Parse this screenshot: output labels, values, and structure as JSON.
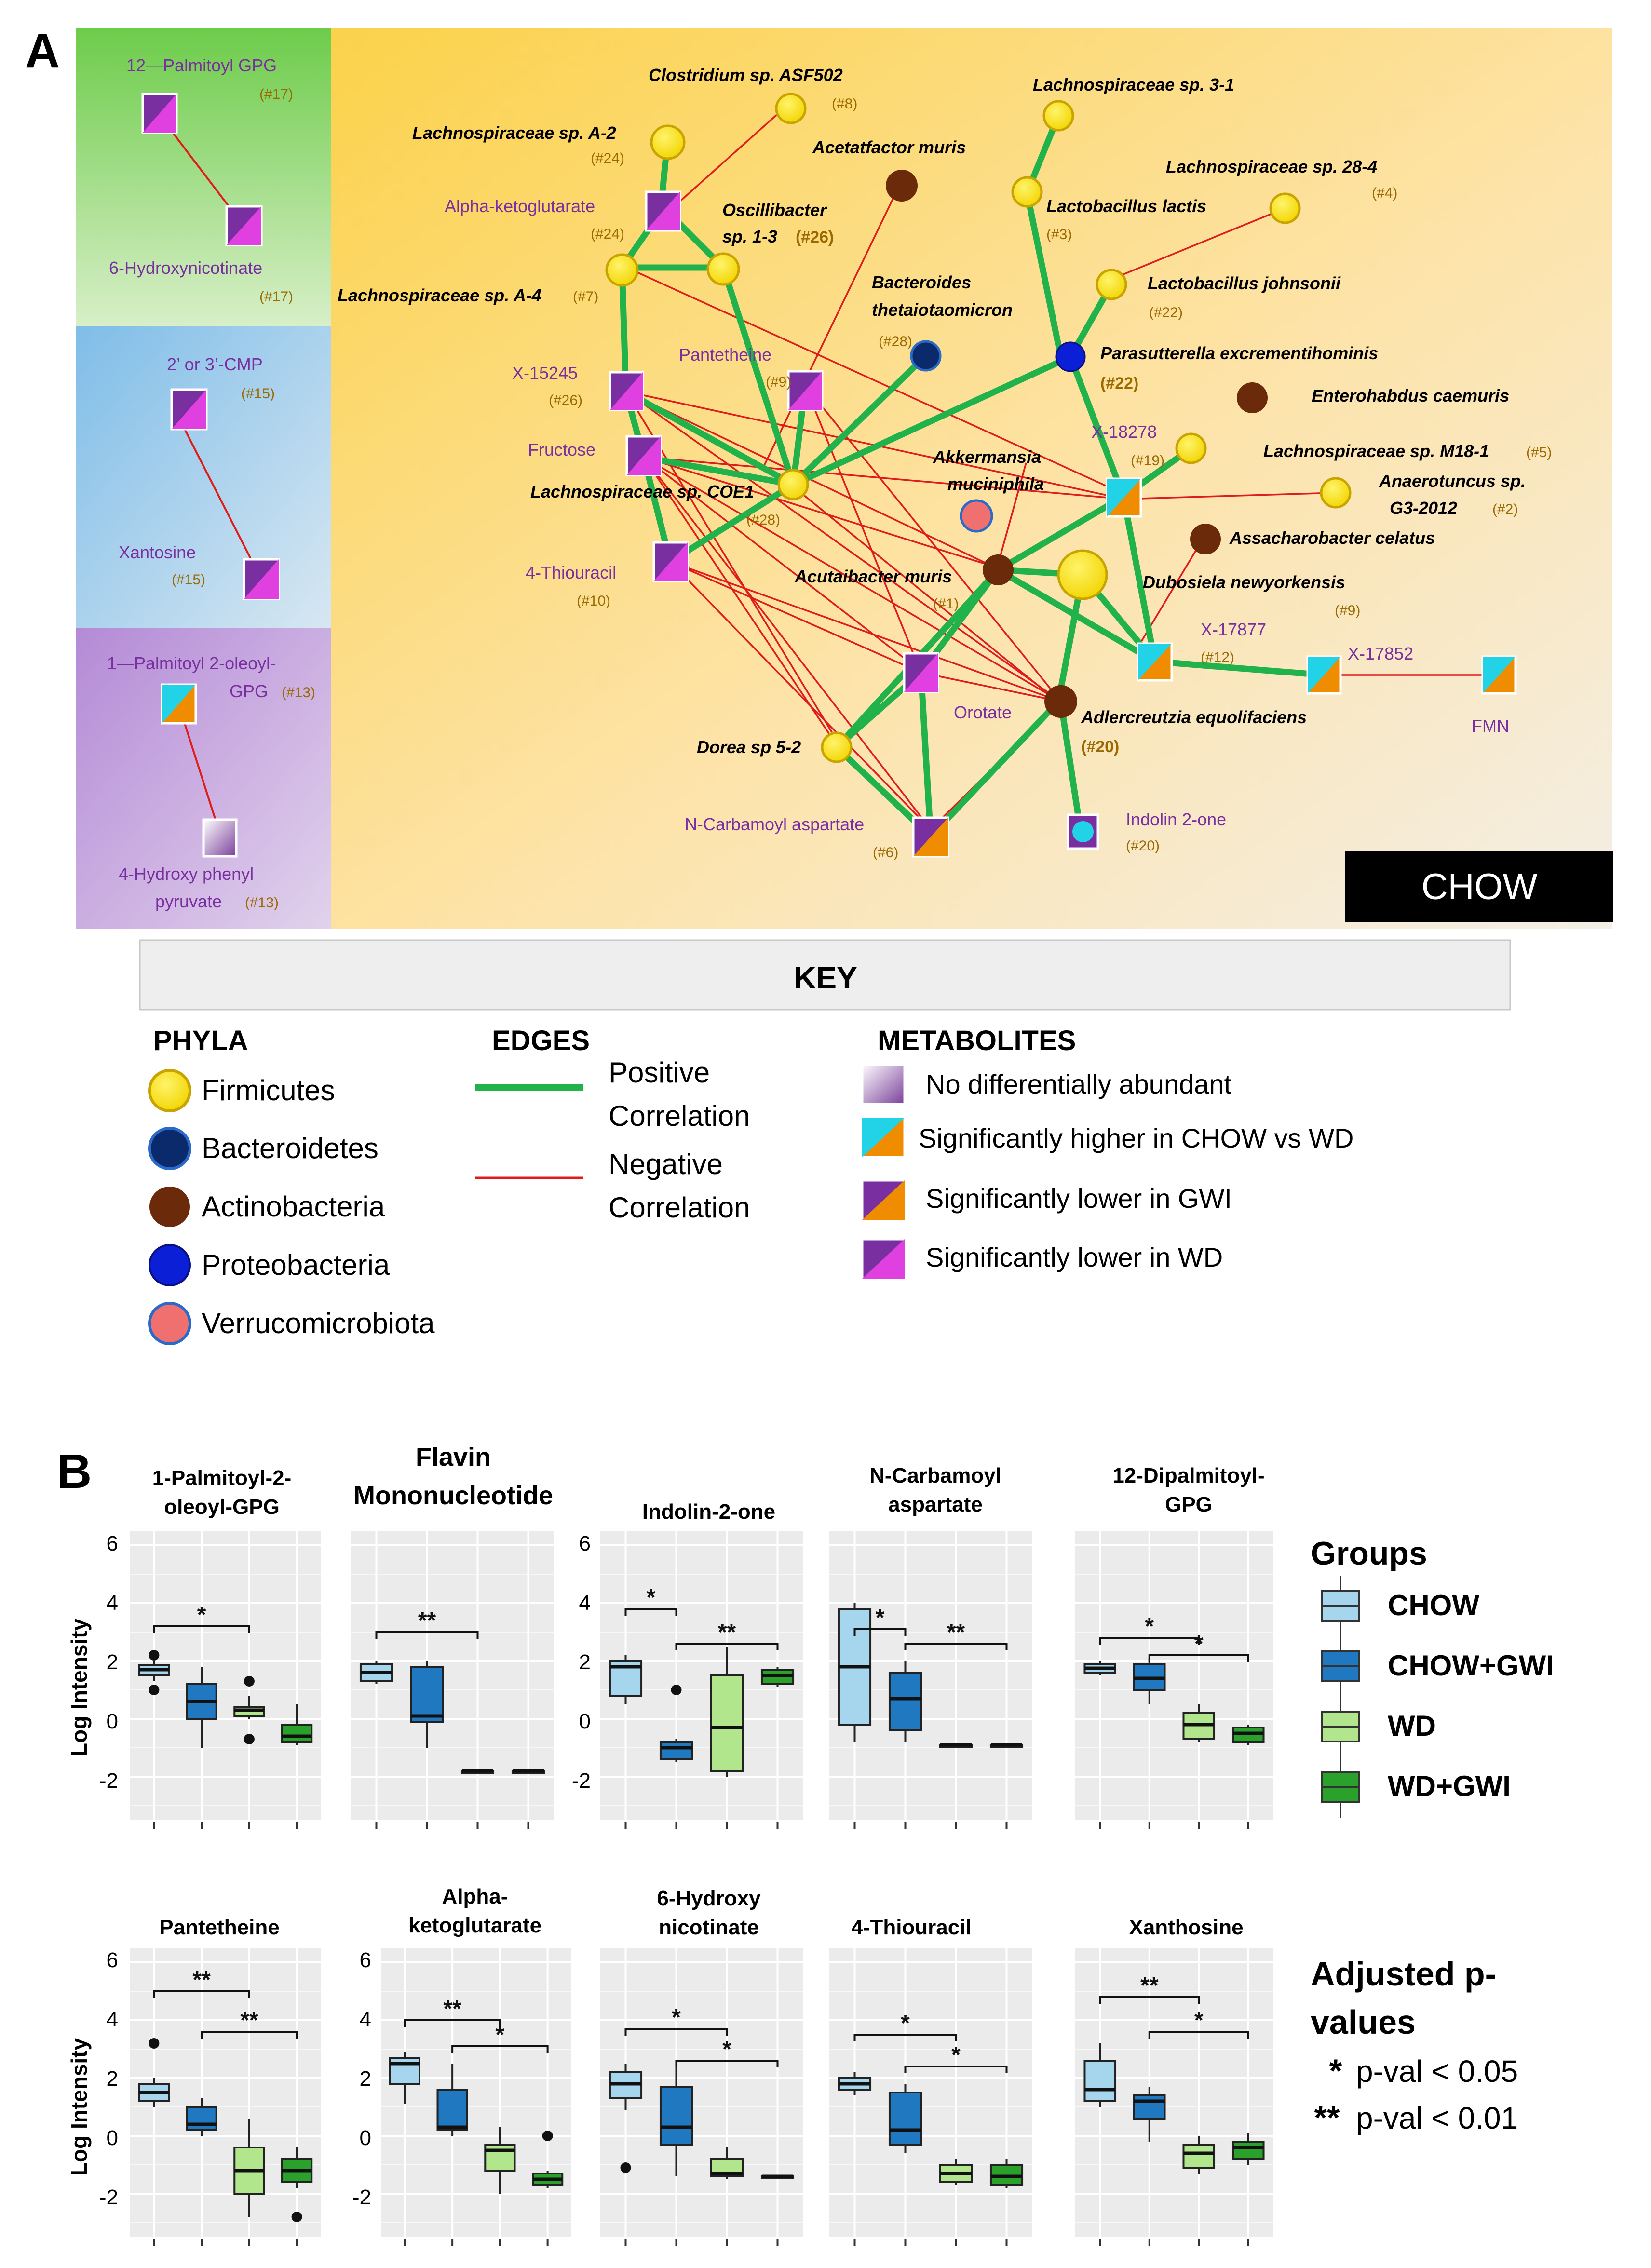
{
  "colors": {
    "firmicutes": "#ffeb00",
    "bacteroidetes": "#0b2a6b",
    "actinobacteria": "#6b2a0a",
    "proteobacteria": "#0a1fd6",
    "verrucomicrobiota": "#f07070",
    "positive_edge": "#22b24c",
    "negative_edge": "#e01b1b",
    "metabolite_purple": "#7a2fa0",
    "label_gold": "#9a6a00",
    "cyan": "#22d3e8",
    "magenta": "#e040e0",
    "orange": "#f08c00",
    "box_chow": "#a6d6ee",
    "box_chow_gwi": "#1f78c0",
    "box_wd": "#b2e68c",
    "box_wd_gwi": "#2aa12a"
  },
  "panel_a": {
    "letter": "A",
    "chow_badge": "CHOW",
    "side_panels": [
      {
        "top": "12—Palmitoyl GPG",
        "top_id": "(#17)",
        "bottom": "6-Hydroxynicotinate",
        "bottom_id": "(#17)"
      },
      {
        "top": "2’ or 3’-CMP",
        "top_id": "(#15)",
        "bottom": "Xantosine",
        "bottom_id": "(#15)"
      },
      {
        "top1": "1—Palmitoyl 2-oleoyl-",
        "top2": "GPG",
        "top_id": "(#13)",
        "bottom1": "4-Hydroxy phenyl",
        "bottom2": "pyruvate",
        "bottom_id": "(#13)"
      }
    ],
    "nodes": {
      "clostridium": {
        "name": "Clostridium sp. ASF502",
        "id": "(#8)"
      },
      "lach_a2": {
        "name": "Lachnospiraceae sp. A-2",
        "id": "(#24)"
      },
      "akg": {
        "name": "Alpha-ketoglutarate",
        "id": "(#24)"
      },
      "acetatifactor": {
        "name": "Acetatfactor muris"
      },
      "oscillibacter1": {
        "name": "Oscillibacter"
      },
      "oscillibacter2": {
        "name": "sp. 1-3",
        "id": "(#26)"
      },
      "lach_31": {
        "name": "Lachnospiraceae sp. 3-1"
      },
      "lact_lactis": {
        "name": "Lactobacillus lactis",
        "id": "(#3)"
      },
      "lach_284": {
        "name": "Lachnospiraceae sp. 28-4",
        "id": "(#4)"
      },
      "lach_a4": {
        "name": "Lachnospiraceae sp. A-4",
        "id": "(#7)"
      },
      "bacteroides1": {
        "name": "Bacteroides"
      },
      "bacteroides2": {
        "name": "thetaiotaomicron",
        "id": "(#28)"
      },
      "lact_johnsonii": {
        "name": "Lactobacillus johnsonii",
        "id": "(#22)"
      },
      "x15245": {
        "name": "X-15245",
        "id": "(#26)"
      },
      "pantetheine": {
        "name": "Pantetheine",
        "id": "(#9)"
      },
      "parasutterella": {
        "name": "Parasutterella excrementihominis",
        "id": "(#22)"
      },
      "enterohabdus": {
        "name": "Enterohabdus caemuris"
      },
      "x18278": {
        "name": "X-18278",
        "id": "(#19)"
      },
      "lach_m18": {
        "name": "Lachnospiraceae sp. M18-1",
        "id": "(#5)"
      },
      "fructose": {
        "name": "Fructose"
      },
      "lach_coe1": {
        "name": "Lachnospiraceae sp. COE1",
        "id": "(#28)"
      },
      "akkermansia1": {
        "name": "Akkermansia"
      },
      "akkermansia2": {
        "name": "muciniphila"
      },
      "anaerotruncus1": {
        "name": "Anaerotuncus sp."
      },
      "anaerotruncus2": {
        "name": "G3-2012",
        "id": "(#2)"
      },
      "assacharobacter": {
        "name": "Assacharobacter celatus"
      },
      "thiouracil": {
        "name": "4-Thiouracil",
        "id": "(#10)"
      },
      "acutalibacter": {
        "name": "Acutaibacter muris",
        "id": "(#1)"
      },
      "dubosiella": {
        "name": "Dubosiela newyorkensis",
        "id": "(#9)"
      },
      "x17877": {
        "name": "X-17877",
        "id": "(#12)"
      },
      "x17852": {
        "name": "X-17852"
      },
      "orotate": {
        "name": "Orotate"
      },
      "adlercreutzia": {
        "name": "Adlercreutzia equolifaciens",
        "id": "(#20)"
      },
      "fmn": {
        "name": "FMN"
      },
      "dorea": {
        "name": "Dorea sp 5-2"
      },
      "ncarbamoyl": {
        "name": "N-Carbamoyl aspartate",
        "id": "(#6)"
      },
      "indolin": {
        "name": "Indolin 2-one",
        "id": "(#20)"
      }
    }
  },
  "key": {
    "title": "KEY",
    "phyla_title": "PHYLA",
    "phyla": [
      "Firmicutes",
      "Bacteroidetes",
      "Actinobacteria",
      "Proteobacteria",
      "Verrucomicrobiota"
    ],
    "edges_title": "EDGES",
    "edges": [
      {
        "line1": "Positive",
        "line2": "Correlation"
      },
      {
        "line1": "Negative",
        "line2": "Correlation"
      }
    ],
    "metabolites_title": "METABOLITES",
    "metabolites": [
      "No differentially abundant",
      "Significantly higher in CHOW vs WD",
      "Significantly lower in GWI",
      "Significantly lower in WD"
    ]
  },
  "panel_b": {
    "letter": "B",
    "ylabel": "Log Intensity",
    "groups_title": "Groups",
    "groups": [
      "CHOW",
      "CHOW+GWI",
      "WD",
      "WD+GWI"
    ],
    "pval_title1": "Adjusted p-",
    "pval_title2": "values",
    "pval_rows": [
      {
        "sym": "*",
        "text": "p-val < 0.05"
      },
      {
        "sym": "**",
        "text": "p-val < 0.01"
      }
    ],
    "ticks_top": [
      "6",
      "4",
      "2",
      "0",
      "-2"
    ],
    "ticks_bottom": [
      "6",
      "4",
      "2",
      "0",
      "-2"
    ]
  },
  "chart_data": [
    {
      "type": "box",
      "title": "1-Palmitoyl-2-oleoyl-GPG",
      "ylabel": "Log Intensity",
      "ylim": [
        -3.5,
        6.5
      ],
      "categories": [
        "CHOW",
        "CHOW+GWI",
        "WD",
        "WD+GWI"
      ],
      "boxes": [
        {
          "q1": 1.5,
          "median": 1.7,
          "q3": 1.85,
          "lo": 1.3,
          "hi": 2.0,
          "out": [
            2.2,
            1.0
          ]
        },
        {
          "q1": 0.0,
          "median": 0.6,
          "q3": 1.2,
          "lo": -1.0,
          "hi": 1.8,
          "out": []
        },
        {
          "q1": 0.1,
          "median": 0.3,
          "q3": 0.4,
          "lo": 0.0,
          "hi": 0.8,
          "out": [
            1.3,
            -0.7
          ]
        },
        {
          "q1": -0.8,
          "median": -0.6,
          "q3": -0.2,
          "lo": -0.9,
          "hi": 0.5,
          "out": []
        }
      ],
      "sig": [
        {
          "from": 0,
          "to": 2,
          "label": "*",
          "y": 3.2
        }
      ]
    },
    {
      "type": "box",
      "title": "Flavin Mononucleotide",
      "ylabel": "",
      "ylim": [
        -3.5,
        6.5
      ],
      "categories": [
        "CHOW",
        "CHOW+GWI",
        "WD",
        "WD+GWI"
      ],
      "boxes": [
        {
          "q1": 1.3,
          "median": 1.6,
          "q3": 1.9,
          "lo": 1.2,
          "hi": 2.0,
          "out": []
        },
        {
          "q1": -0.1,
          "median": 0.1,
          "q3": 1.8,
          "lo": -1.0,
          "hi": 2.0,
          "out": []
        },
        {
          "q1": -1.8,
          "median": -1.8,
          "q3": -1.8,
          "lo": -1.8,
          "hi": -1.8,
          "out": []
        },
        {
          "q1": -1.8,
          "median": -1.8,
          "q3": -1.8,
          "lo": -1.8,
          "hi": -1.8,
          "out": []
        }
      ],
      "sig": [
        {
          "from": 0,
          "to": 2,
          "label": "**",
          "y": 3.0
        }
      ]
    },
    {
      "type": "box",
      "title": "Indolin-2-one",
      "ylabel": "",
      "ylim": [
        -3.5,
        6.5
      ],
      "categories": [
        "CHOW",
        "CHOW+GWI",
        "WD",
        "WD+GWI"
      ],
      "boxes": [
        {
          "q1": 0.8,
          "median": 1.8,
          "q3": 2.0,
          "lo": 0.5,
          "hi": 2.2,
          "out": []
        },
        {
          "q1": -1.4,
          "median": -1.0,
          "q3": -0.8,
          "lo": -1.5,
          "hi": -0.7,
          "out": [
            1.0
          ]
        },
        {
          "q1": -1.8,
          "median": -0.3,
          "q3": 1.5,
          "lo": -2.0,
          "hi": 2.5,
          "out": []
        },
        {
          "q1": 1.2,
          "median": 1.5,
          "q3": 1.7,
          "lo": 1.1,
          "hi": 1.8,
          "out": []
        }
      ],
      "sig": [
        {
          "from": 0,
          "to": 1,
          "label": "*",
          "y": 3.8
        },
        {
          "from": 1,
          "to": 3,
          "label": "**",
          "y": 2.6
        }
      ]
    },
    {
      "type": "box",
      "title": "N-Carbamoyl aspartate",
      "ylabel": "",
      "ylim": [
        -3.5,
        6.5
      ],
      "categories": [
        "CHOW",
        "CHOW+GWI",
        "WD",
        "WD+GWI"
      ],
      "boxes": [
        {
          "q1": -0.2,
          "median": 1.8,
          "q3": 3.8,
          "lo": -0.8,
          "hi": 4.0,
          "out": []
        },
        {
          "q1": -0.4,
          "median": 0.7,
          "q3": 1.6,
          "lo": -0.8,
          "hi": 2.0,
          "out": []
        },
        {
          "q1": -0.9,
          "median": -0.9,
          "q3": -0.9,
          "lo": -0.9,
          "hi": -0.9,
          "out": []
        },
        {
          "q1": -0.9,
          "median": -0.9,
          "q3": -0.9,
          "lo": -0.9,
          "hi": -0.9,
          "out": []
        }
      ],
      "sig": [
        {
          "from": 0,
          "to": 1,
          "label": "*",
          "y": 3.1
        },
        {
          "from": 1,
          "to": 3,
          "label": "**",
          "y": 2.6
        }
      ]
    },
    {
      "type": "box",
      "title": "12-Dipalmitoyl-GPG",
      "ylabel": "",
      "ylim": [
        -3.5,
        6.5
      ],
      "categories": [
        "CHOW",
        "CHOW+GWI",
        "WD",
        "WD+GWI"
      ],
      "boxes": [
        {
          "q1": 1.6,
          "median": 1.75,
          "q3": 1.9,
          "lo": 1.5,
          "hi": 2.0,
          "out": []
        },
        {
          "q1": 1.0,
          "median": 1.4,
          "q3": 1.9,
          "lo": 0.5,
          "hi": 2.1,
          "out": []
        },
        {
          "q1": -0.7,
          "median": -0.2,
          "q3": 0.2,
          "lo": -0.8,
          "hi": 0.5,
          "out": []
        },
        {
          "q1": -0.8,
          "median": -0.5,
          "q3": -0.3,
          "lo": -0.9,
          "hi": -0.2,
          "out": []
        }
      ],
      "sig": [
        {
          "from": 0,
          "to": 2,
          "label": "*",
          "y": 2.8
        },
        {
          "from": 1,
          "to": 3,
          "label": "*",
          "y": 2.2
        }
      ]
    },
    {
      "type": "box",
      "title": "Pantetheine",
      "ylabel": "Log Intensity",
      "ylim": [
        -3.5,
        6.5
      ],
      "categories": [
        "CHOW",
        "CHOW+GWI",
        "WD",
        "WD+GWI"
      ],
      "boxes": [
        {
          "q1": 1.2,
          "median": 1.5,
          "q3": 1.8,
          "lo": 1.0,
          "hi": 2.0,
          "out": [
            3.2
          ]
        },
        {
          "q1": 0.2,
          "median": 0.4,
          "q3": 1.0,
          "lo": 0.0,
          "hi": 1.3,
          "out": []
        },
        {
          "q1": -2.0,
          "median": -1.2,
          "q3": -0.4,
          "lo": -2.8,
          "hi": 0.6,
          "out": []
        },
        {
          "q1": -1.6,
          "median": -1.2,
          "q3": -0.8,
          "lo": -1.8,
          "hi": -0.4,
          "out": [
            -2.8
          ]
        }
      ],
      "sig": [
        {
          "from": 0,
          "to": 2,
          "label": "**",
          "y": 5.0
        },
        {
          "from": 1,
          "to": 3,
          "label": "**",
          "y": 3.6
        }
      ]
    },
    {
      "type": "box",
      "title": "Alpha-ketoglutarate",
      "ylabel": "",
      "ylim": [
        -3.5,
        6.5
      ],
      "categories": [
        "CHOW",
        "CHOW+GWI",
        "WD",
        "WD+GWI"
      ],
      "boxes": [
        {
          "q1": 1.8,
          "median": 2.5,
          "q3": 2.7,
          "lo": 1.1,
          "hi": 2.9,
          "out": []
        },
        {
          "q1": 0.2,
          "median": 0.3,
          "q3": 1.6,
          "lo": 0.0,
          "hi": 2.5,
          "out": []
        },
        {
          "q1": -1.2,
          "median": -0.5,
          "q3": -0.3,
          "lo": -2.0,
          "hi": 0.3,
          "out": []
        },
        {
          "q1": -1.7,
          "median": -1.5,
          "q3": -1.3,
          "lo": -1.8,
          "hi": -1.2,
          "out": [
            0.0
          ]
        }
      ],
      "sig": [
        {
          "from": 0,
          "to": 2,
          "label": "**",
          "y": 4.0
        },
        {
          "from": 1,
          "to": 3,
          "label": "*",
          "y": 3.1
        }
      ]
    },
    {
      "type": "box",
      "title": "6-Hydroxy nicotinate",
      "ylabel": "",
      "ylim": [
        -3.5,
        6.5
      ],
      "categories": [
        "CHOW",
        "CHOW+GWI",
        "WD",
        "WD+GWI"
      ],
      "boxes": [
        {
          "q1": 1.3,
          "median": 1.8,
          "q3": 2.2,
          "lo": 0.9,
          "hi": 2.5,
          "out": [
            -1.1
          ]
        },
        {
          "q1": -0.3,
          "median": 0.3,
          "q3": 1.7,
          "lo": -1.4,
          "hi": 2.5,
          "out": []
        },
        {
          "q1": -1.4,
          "median": -1.3,
          "q3": -0.8,
          "lo": -1.5,
          "hi": -0.4,
          "out": []
        },
        {
          "q1": -1.4,
          "median": -1.4,
          "q3": -1.4,
          "lo": -1.4,
          "hi": -1.4,
          "out": []
        }
      ],
      "sig": [
        {
          "from": 0,
          "to": 2,
          "label": "*",
          "y": 3.7
        },
        {
          "from": 1,
          "to": 3,
          "label": "*",
          "y": 2.6
        }
      ]
    },
    {
      "type": "box",
      "title": "4-Thiouracil",
      "ylabel": "",
      "ylim": [
        -3.5,
        6.5
      ],
      "categories": [
        "CHOW",
        "CHOW+GWI",
        "WD",
        "WD+GWI"
      ],
      "boxes": [
        {
          "q1": 1.6,
          "median": 1.8,
          "q3": 2.0,
          "lo": 1.4,
          "hi": 2.2,
          "out": []
        },
        {
          "q1": -0.3,
          "median": 0.2,
          "q3": 1.5,
          "lo": -0.6,
          "hi": 1.8,
          "out": []
        },
        {
          "q1": -1.6,
          "median": -1.3,
          "q3": -1.0,
          "lo": -1.7,
          "hi": -0.8,
          "out": []
        },
        {
          "q1": -1.7,
          "median": -1.4,
          "q3": -1.0,
          "lo": -1.8,
          "hi": -0.8,
          "out": []
        }
      ],
      "sig": [
        {
          "from": 0,
          "to": 2,
          "label": "*",
          "y": 3.5
        },
        {
          "from": 1,
          "to": 3,
          "label": "*",
          "y": 2.4
        }
      ]
    },
    {
      "type": "box",
      "title": "Xanthosine",
      "ylabel": "",
      "ylim": [
        -3.5,
        6.5
      ],
      "categories": [
        "CHOW",
        "CHOW+GWI",
        "WD",
        "WD+GWI"
      ],
      "boxes": [
        {
          "q1": 1.2,
          "median": 1.6,
          "q3": 2.6,
          "lo": 1.0,
          "hi": 3.2,
          "out": []
        },
        {
          "q1": 0.6,
          "median": 1.2,
          "q3": 1.4,
          "lo": -0.2,
          "hi": 1.7,
          "out": []
        },
        {
          "q1": -1.1,
          "median": -0.6,
          "q3": -0.3,
          "lo": -1.3,
          "hi": 0.0,
          "out": []
        },
        {
          "q1": -0.8,
          "median": -0.4,
          "q3": -0.2,
          "lo": -1.0,
          "hi": 0.1,
          "out": []
        }
      ],
      "sig": [
        {
          "from": 0,
          "to": 2,
          "label": "**",
          "y": 4.8
        },
        {
          "from": 1,
          "to": 3,
          "label": "*",
          "y": 3.6
        }
      ]
    }
  ]
}
